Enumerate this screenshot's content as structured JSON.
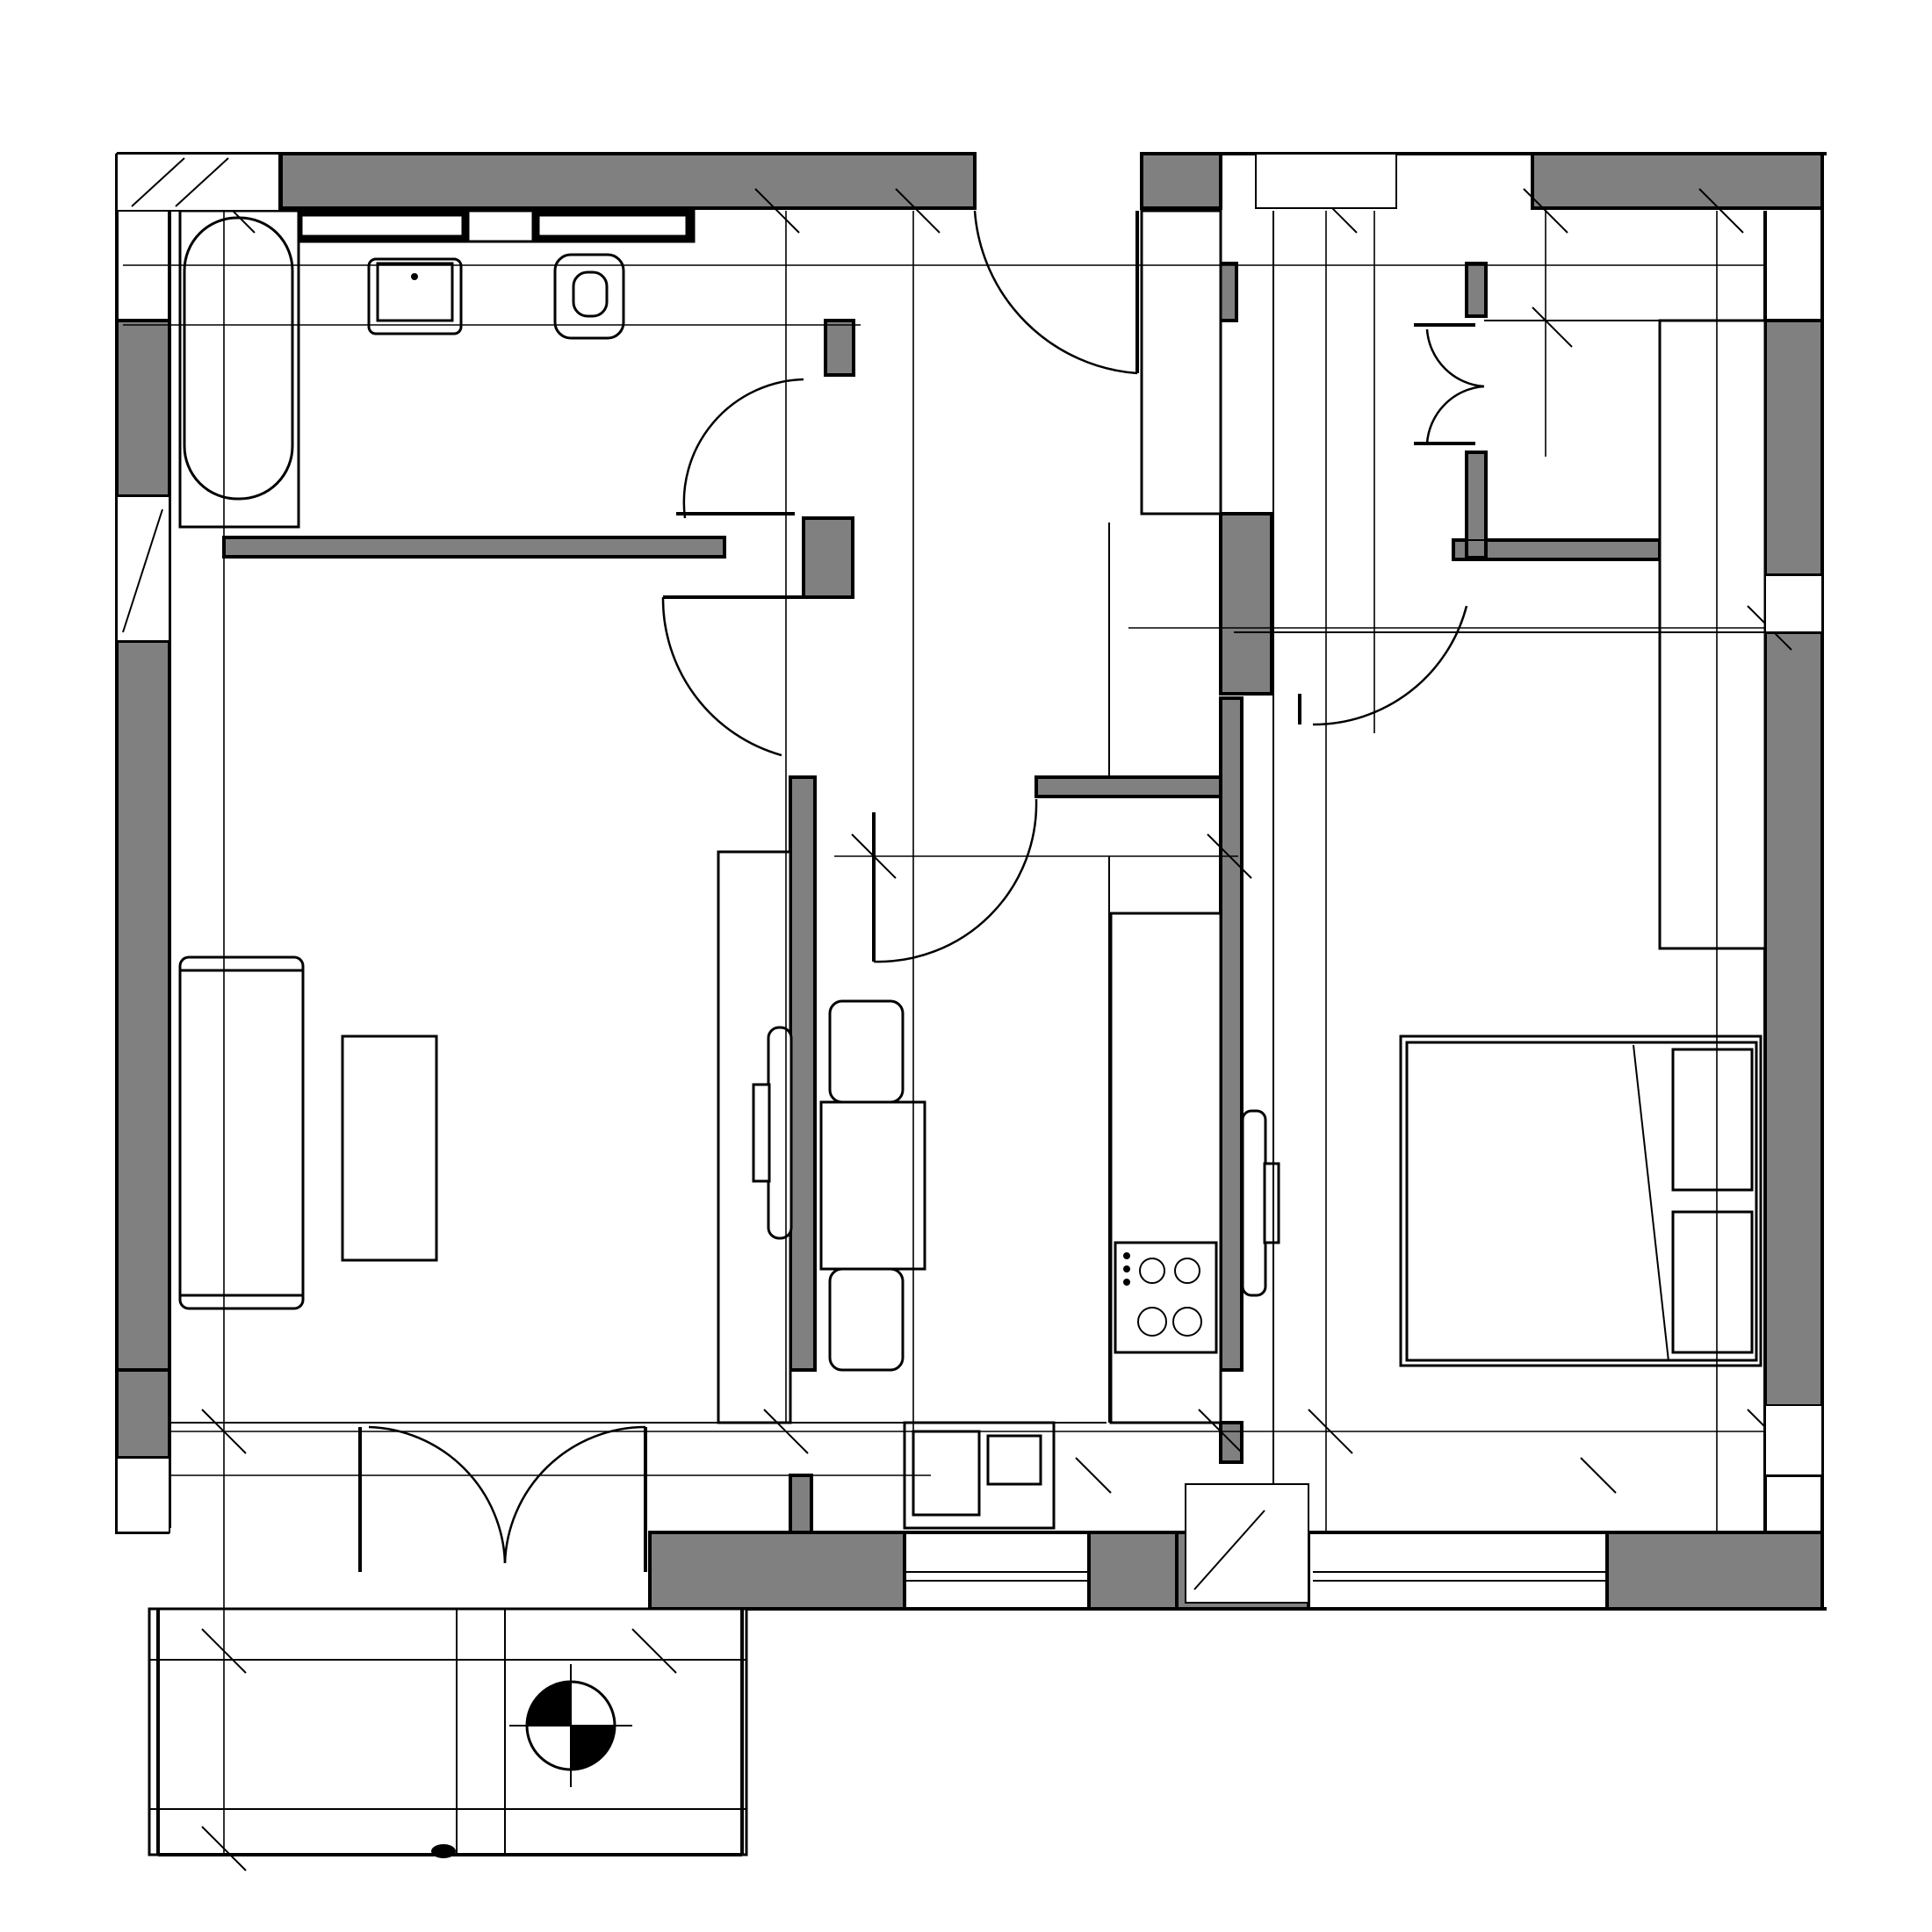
{
  "plan": {
    "colors": {
      "wall": "#808080",
      "line": "#000000",
      "background": "#ffffff"
    },
    "rooms": [
      "bathroom",
      "living-room",
      "hallway",
      "kitchen",
      "bedroom",
      "storage",
      "balcony"
    ],
    "fixtures": [
      "bathtub",
      "washbasin",
      "toilet",
      "sofa",
      "coffee-table",
      "dining-table",
      "dining-chairs",
      "stove",
      "kitchen-sink",
      "double-bed",
      "nightstands",
      "wardrobe",
      "armchairs",
      "compass-marker"
    ]
  }
}
